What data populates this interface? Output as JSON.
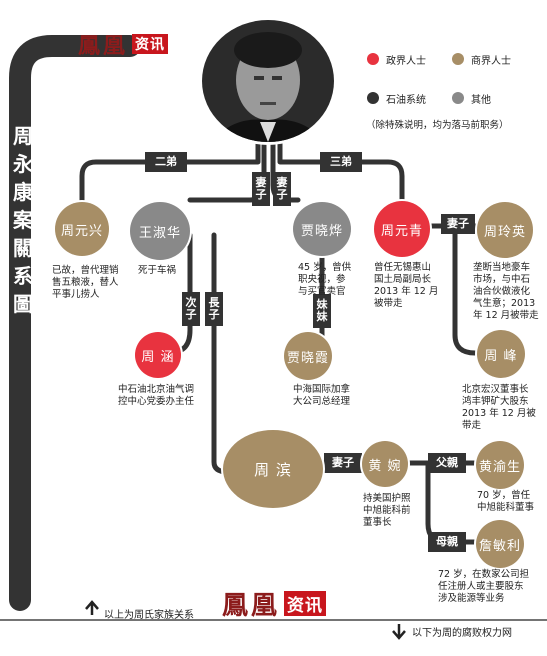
{
  "brand": {
    "name": "鳳凰",
    "tag": "资讯"
  },
  "title": [
    "周",
    "永",
    "康",
    "案",
    "關",
    "系",
    "圖"
  ],
  "legend": {
    "items": [
      {
        "label": "政界人士",
        "color": "#e8333f"
      },
      {
        "label": "商界人士",
        "color": "#a78e66"
      },
      {
        "label": "石油系统",
        "color": "#333333"
      },
      {
        "label": "其他",
        "color": "#898989"
      }
    ],
    "note": "（除特殊说明，均为落马前职务）"
  },
  "relations": {
    "second_brother": "二弟",
    "third_brother": "三弟",
    "wife_1": [
      "妻",
      "子"
    ],
    "wife_2": [
      "妻",
      "子"
    ],
    "wife_3": "妻子",
    "second_son": [
      "次",
      "子"
    ],
    "eldest_son": [
      "長",
      "子"
    ],
    "younger_sister": [
      "妹",
      "妹"
    ],
    "wife_4": "妻子",
    "father": "父親",
    "mother": "母親"
  },
  "people": {
    "zhou_yuanxing": {
      "name": "周元兴",
      "desc": [
        "已故，曾代理销",
        "售五粮液，替人",
        "平事儿捞人"
      ]
    },
    "wang_shuhua": {
      "name": "王淑华",
      "desc": [
        "死于车祸"
      ]
    },
    "jia_xiaoye": {
      "name": "贾晓烨",
      "desc": [
        "45 岁，曾供",
        "职央视，参",
        "与买官卖官"
      ]
    },
    "zhou_yuanqing": {
      "name": "周元青",
      "desc": [
        "曾任无锡惠山",
        "国土局副局长",
        "2013 年 12 月",
        "被带走"
      ]
    },
    "zhou_lingying": {
      "name": "周玲英",
      "desc": [
        "垄断当地豪车",
        "市场，与中石",
        "油合伙做液化",
        "气生意；2013",
        "年 12 月被带走"
      ]
    },
    "zhou_han": {
      "name": "周  涵",
      "desc": [
        "中石油北京油气调",
        "控中心党委办主任"
      ]
    },
    "jia_xiaoxia": {
      "name": "贾晓霞",
      "desc": [
        "中海国际加拿",
        "大公司总经理"
      ]
    },
    "zhou_feng": {
      "name": "周  峰",
      "desc": [
        "北京宏汉董事长",
        "鸿丰钾矿大股东",
        "2013 年 12 月被",
        "带走"
      ]
    },
    "zhou_bin": {
      "name": "周  滨"
    },
    "huang_wan": {
      "name": "黄  婉",
      "desc": [
        "持美国护照",
        "中旭能科前",
        "董事长"
      ]
    },
    "huang_yusheng": {
      "name": "黄渝生",
      "desc": [
        "70 岁，曾任",
        "中旭能科董事"
      ]
    },
    "zhan_minli": {
      "name": "詹敏利",
      "desc": [
        "72 岁，在数家公司担",
        "任注册人或主要股东",
        "涉及能源等业务"
      ]
    }
  },
  "footer": {
    "up_label": "以上为周氏家族关系",
    "down_label": "以下为周的腐败权力网"
  }
}
